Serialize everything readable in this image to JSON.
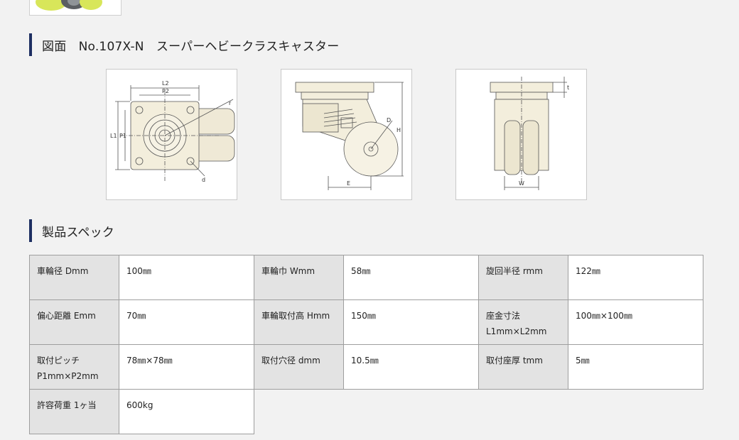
{
  "drawing_heading": "図面　No.107X-N　スーパーヘビークラスキャスター",
  "spec_heading": "製品スペック",
  "drawings": [
    {
      "labels": [
        "L2",
        "P2",
        "L1",
        "P1",
        "r",
        "d"
      ]
    },
    {
      "labels": [
        "D",
        "H",
        "E"
      ]
    },
    {
      "labels": [
        "t",
        "W"
      ]
    }
  ],
  "spec_rows": [
    [
      {
        "label": "車輪径 Dmm",
        "value": "100㎜"
      },
      {
        "label": "車輪巾 Wmm",
        "value": "58㎜"
      },
      {
        "label": "旋回半径 rmm",
        "value": "122㎜"
      }
    ],
    [
      {
        "label": "偏心距離 Emm",
        "value": "70㎜"
      },
      {
        "label": "車輪取付高 Hmm",
        "value": "150㎜"
      },
      {
        "label": "座金寸法 L1mm×L2mm",
        "value": "100㎜×100㎜"
      }
    ],
    [
      {
        "label": "取付ピッチ P1mm×P2mm",
        "value": "78㎜×78㎜"
      },
      {
        "label": "取付穴径 dmm",
        "value": "10.5㎜"
      },
      {
        "label": "取付座厚 tmm",
        "value": "5㎜"
      }
    ],
    [
      {
        "label": "許容荷重 1ヶ当",
        "value": "600kg"
      }
    ]
  ]
}
